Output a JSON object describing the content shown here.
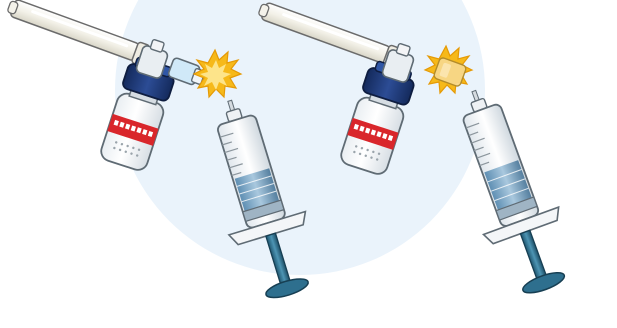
{
  "scene": {
    "background_color": "#ffffff",
    "backdrop_color": "#eaf3fb",
    "vial_cap_color": "#1f3b7a",
    "vial_label_color": "#d9262b",
    "vial_glass_color": "#ffffff",
    "spike_color": "#f2f2ee",
    "connector_color": "#d0e9f8",
    "burst_color": "#f6b91a",
    "syringe_barrel_color": "#ffffff",
    "syringe_liquid_color": "#7aa6c7",
    "syringe_plunger_color": "#2e6f8e",
    "steps": [
      {
        "id": "step-connected",
        "icon": "vial-with-transfer-spike",
        "state": "connector attached to spike, syringe below"
      },
      {
        "id": "step-detached",
        "icon": "vial-with-transfer-spike",
        "state": "connector pulled off, syringe tilted away"
      }
    ]
  }
}
